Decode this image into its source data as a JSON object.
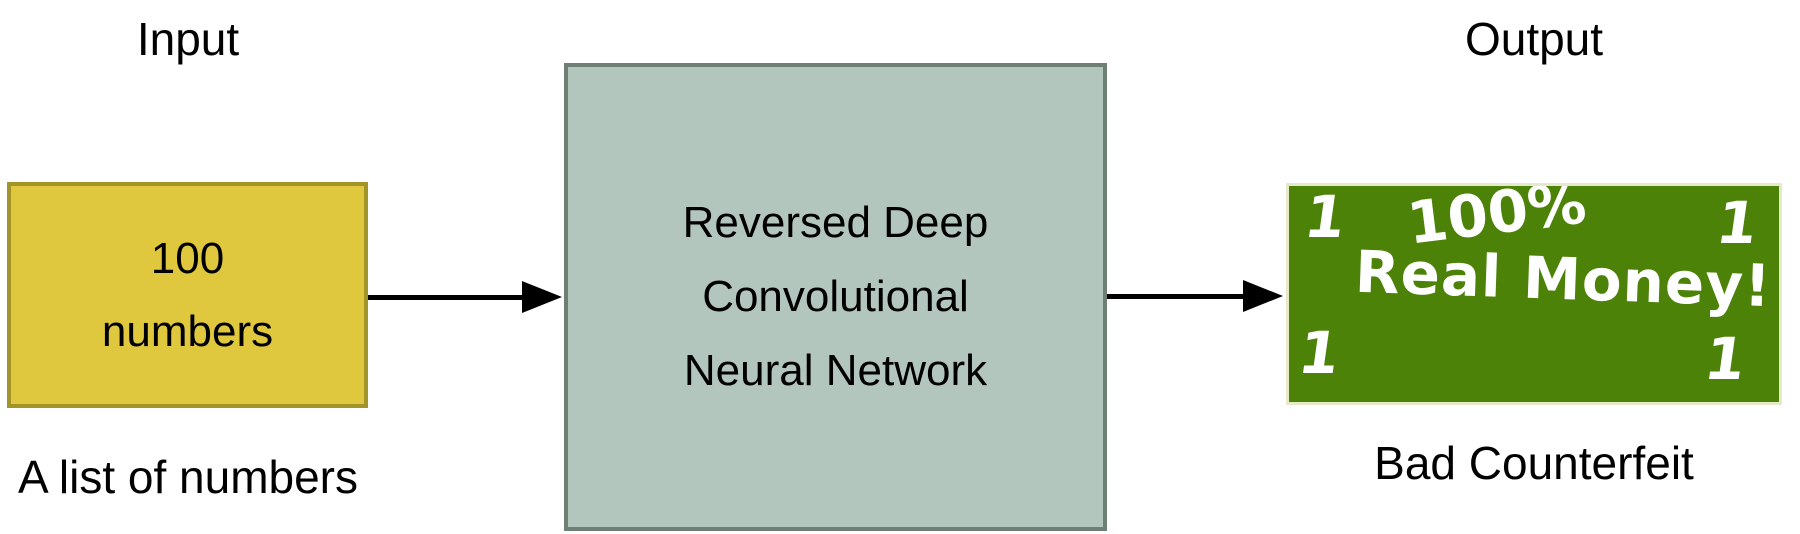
{
  "diagram": {
    "input": {
      "label": "Input",
      "box": {
        "line1": "100",
        "line2": "numbers"
      },
      "caption": "A list of numbers"
    },
    "network": {
      "box": {
        "line1": "Reversed Deep",
        "line2": "Convolutional",
        "line3": "Neural Network"
      }
    },
    "output": {
      "label": "Output",
      "caption": "Bad Counterfeit",
      "banknote": {
        "corner_top_left": "1",
        "corner_top_right": "1",
        "corner_bottom_left": "1",
        "corner_bottom_right": "1",
        "slogan_top": "100%",
        "slogan_main": "Real Money!"
      }
    },
    "colors": {
      "input_box_fill": "#dfc73e",
      "input_box_border": "#a29428",
      "network_box_fill": "#b3c6bd",
      "network_box_border": "#707f75",
      "banknote_fill": "#4c8207",
      "banknote_border": "#e7eac9",
      "banknote_text": "#ffffff",
      "arrow": "#000000",
      "text": "#000000"
    }
  }
}
